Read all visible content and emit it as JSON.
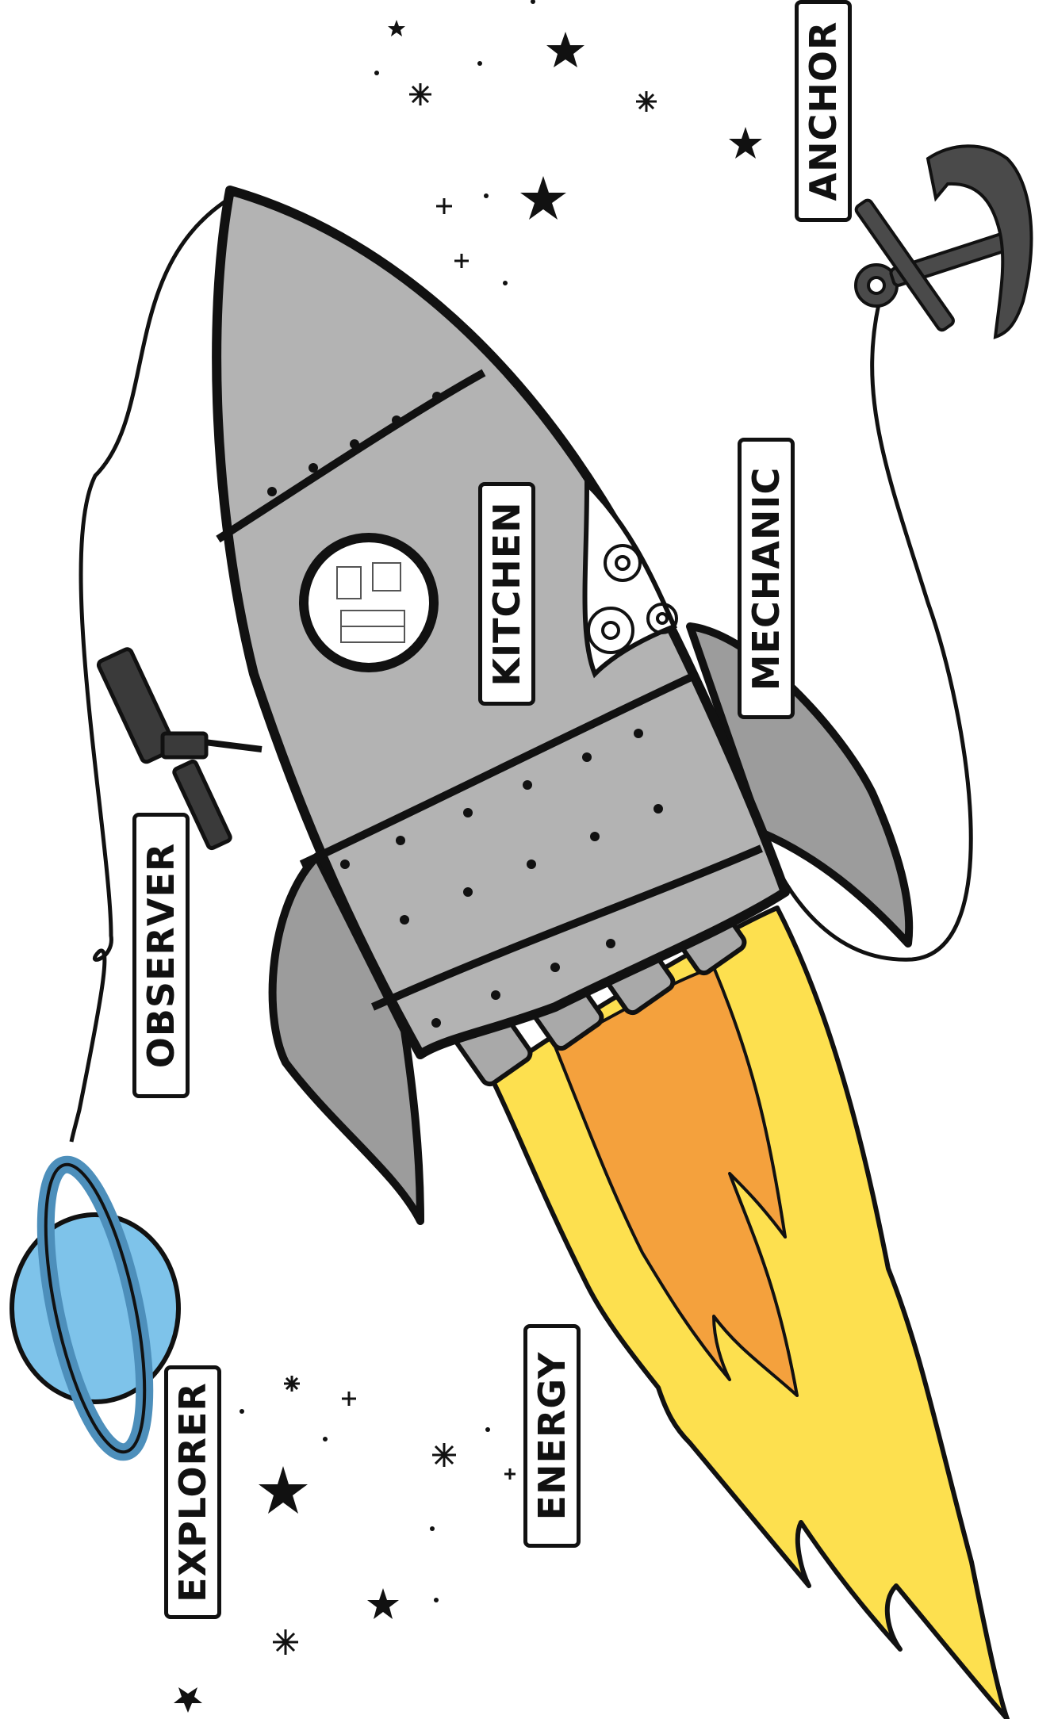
{
  "labels": {
    "anchor": "ANCHOR",
    "kitchen": "KITCHEN",
    "mechanic": "MECHANIC",
    "observer": "OBSERVER",
    "energy": "ENERGY",
    "explorer": "EXPLORER"
  },
  "icons": [
    "rocket-icon",
    "anchor-icon",
    "planet-icon",
    "telescope-icon",
    "gear-icon",
    "flame-icon",
    "star-icon"
  ],
  "colors": {
    "rocket_body": "#b3b3b3",
    "rocket_fin": "#9c9c9c",
    "outline": "#111111",
    "flame_outer": "#fde04f",
    "flame_inner": "#f4a13d",
    "planet": "#7ec3ea",
    "planet_ring": "#4d8fbb",
    "anchor": "#4a4a4a"
  }
}
